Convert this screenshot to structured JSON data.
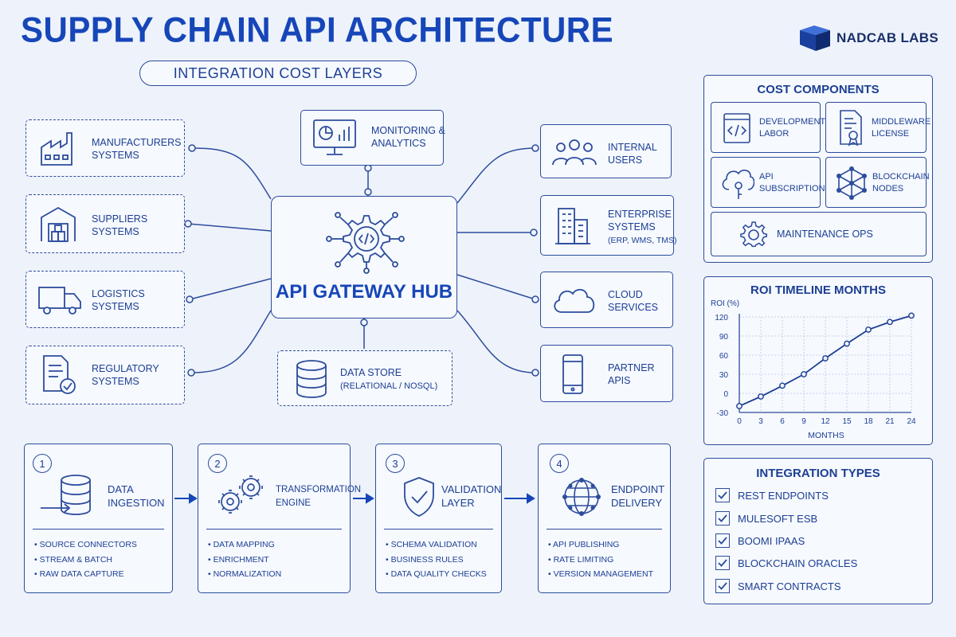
{
  "header": {
    "title": "SUPPLY CHAIN API ARCHITECTURE",
    "subtitle": "INTEGRATION COST LAYERS",
    "logo_text": "NADCAB LABS"
  },
  "hub": {
    "title": "API GATEWAY HUB"
  },
  "left_nodes": [
    {
      "l1": "MANUFACTURERS",
      "l2": "SYSTEMS",
      "icon": "factory-icon"
    },
    {
      "l1": "SUPPLIERS",
      "l2": "SYSTEMS",
      "icon": "warehouse-icon"
    },
    {
      "l1": "LOGISTICS",
      "l2": "SYSTEMS",
      "icon": "truck-icon"
    },
    {
      "l1": "REGULATORY",
      "l2": "SYSTEMS",
      "icon": "document-check-icon"
    }
  ],
  "top_node": {
    "l1": "MONITORING &",
    "l2": "ANALYTICS",
    "icon": "dashboard-icon"
  },
  "bottom_node": {
    "l1": "DATA STORE",
    "l2": "(RELATIONAL / NOSQL)",
    "icon": "database-icon"
  },
  "right_nodes": [
    {
      "l1": "INTERNAL",
      "l2": "USERS",
      "l3": "",
      "icon": "users-icon"
    },
    {
      "l1": "ENTERPRISE",
      "l2": "SYSTEMS",
      "l3": "(ERP, WMS, TMS)",
      "icon": "building-icon"
    },
    {
      "l1": "CLOUD",
      "l2": "SERVICES",
      "l3": "",
      "icon": "cloud-icon"
    },
    {
      "l1": "PARTNER",
      "l2": "APIS",
      "l3": "",
      "icon": "mobile-icon"
    }
  ],
  "cost_components": {
    "title": "COST COMPONENTS",
    "items": [
      {
        "l1": "DEVELOPMENT",
        "l2": "LABOR",
        "icon": "code-window-icon"
      },
      {
        "l1": "MIDDLEWARE",
        "l2": "LICENSE",
        "icon": "certificate-icon"
      },
      {
        "l1": "API",
        "l2": "SUBSCRIPTIONS",
        "icon": "cloud-key-icon"
      },
      {
        "l1": "BLOCKCHAIN",
        "l2": "NODES",
        "icon": "network-nodes-icon"
      },
      {
        "l1": "MAINTENANCE OPS",
        "l2": "",
        "icon": "gear-icon"
      }
    ]
  },
  "chart_data": {
    "type": "line",
    "title": "ROI TIMELINE MONTHS",
    "xlabel": "MONTHS",
    "ylabel": "ROI (%)",
    "x": [
      0,
      3,
      6,
      9,
      12,
      15,
      18,
      21,
      24
    ],
    "series": [
      {
        "values": [
          -20,
          -5,
          12,
          30,
          55,
          78,
          100,
          112,
          122
        ]
      }
    ],
    "xticks": [
      "0",
      "3",
      "6",
      "9",
      "12",
      "15",
      "18",
      "21",
      "24"
    ],
    "yticks": [
      "120",
      "90",
      "60",
      "30",
      "0",
      "-30"
    ],
    "xlim": [
      0,
      24
    ],
    "ylim": [
      -30,
      120
    ],
    "grid": true
  },
  "integration_types": {
    "title": "INTEGRATION TYPES",
    "items": [
      "REST ENDPOINTS",
      "MULESOFT ESB",
      "BOOMI IPAAS",
      "BLOCKCHAIN ORACLES",
      "SMART CONTRACTS"
    ]
  },
  "steps": [
    {
      "num": "1",
      "l1": "DATA",
      "l2": "INGESTION",
      "bullets": [
        "• SOURCE CONNECTORS",
        "• STREAM & BATCH",
        "• RAW DATA CAPTURE"
      ]
    },
    {
      "num": "2",
      "l1": "TRANSFORMATION",
      "l2": "ENGINE",
      "bullets": [
        "• DATA MAPPING",
        "• ENRICHMENT",
        "• NORMALIZATION"
      ]
    },
    {
      "num": "3",
      "l1": "VALIDATION",
      "l2": "LAYER",
      "bullets": [
        "• SCHEMA VALIDATION",
        "• BUSINESS RULES",
        "• DATA QUALITY CHECKS"
      ]
    },
    {
      "num": "4",
      "l1": "ENDPOINT",
      "l2": "DELIVERY",
      "bullets": [
        "• API PUBLISHING",
        "• RATE LIMITING",
        "• VERSION MANAGEMENT"
      ]
    }
  ],
  "colors": {
    "primary": "#1646b8",
    "line": "#2c4c9c",
    "background": "#eef3fb"
  }
}
